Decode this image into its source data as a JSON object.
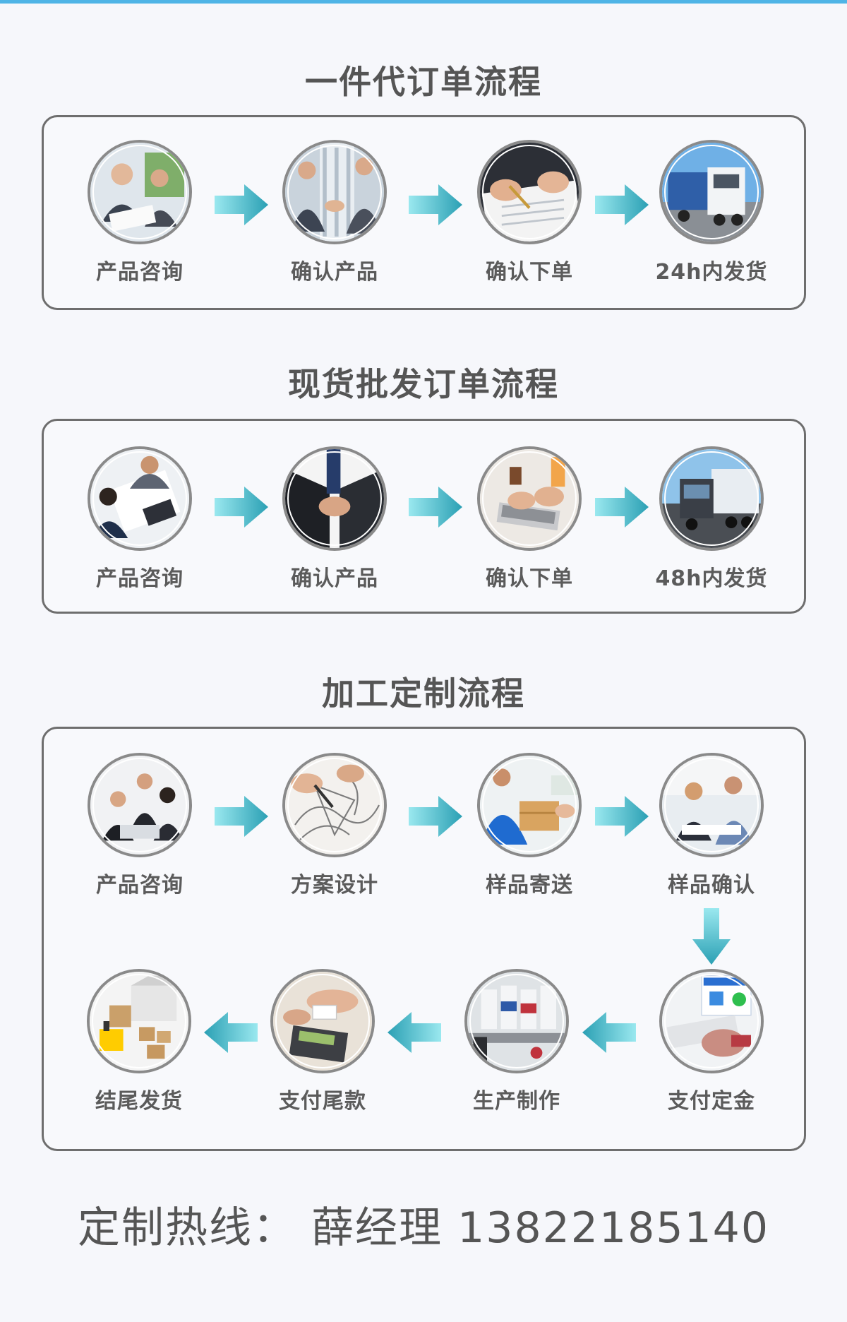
{
  "colors": {
    "accent_bar": "#4fb4e6",
    "arrow_light": "#8fe3ec",
    "arrow_dark": "#2fa4b6",
    "frame": "#6e6e6e"
  },
  "sections": [
    {
      "title": "一件代订单流程",
      "steps": [
        {
          "label": "产品咨询",
          "icon": "business-meeting-photo"
        },
        {
          "label": "确认产品",
          "icon": "handshake-photo"
        },
        {
          "label": "确认下单",
          "icon": "signing-contract-photo"
        },
        {
          "label": "24h内发货",
          "icon": "delivery-truck-photo"
        }
      ]
    },
    {
      "title": "现货批发订单流程",
      "steps": [
        {
          "label": "产品咨询",
          "icon": "team-meeting-photo"
        },
        {
          "label": "确认产品",
          "icon": "handshake-photo"
        },
        {
          "label": "确认下单",
          "icon": "laptop-order-photo"
        },
        {
          "label": "48h内发货",
          "icon": "delivery-truck-photo"
        }
      ]
    },
    {
      "title": "加工定制流程",
      "steps": [
        {
          "label": "产品咨询",
          "icon": "business-team-photo"
        },
        {
          "label": "方案设计",
          "icon": "design-sketch-photo"
        },
        {
          "label": "样品寄送",
          "icon": "courier-package-photo"
        },
        {
          "label": "样品确认",
          "icon": "office-review-photo"
        },
        {
          "label": "支付定金",
          "icon": "online-payment-photo"
        },
        {
          "label": "生产制作",
          "icon": "production-line-photo"
        },
        {
          "label": "支付尾款",
          "icon": "card-payment-photo"
        },
        {
          "label": "结尾发货",
          "icon": "warehouse-shipping-photo"
        }
      ]
    }
  ],
  "hotline": "定制热线：  薛经理 13822185140"
}
